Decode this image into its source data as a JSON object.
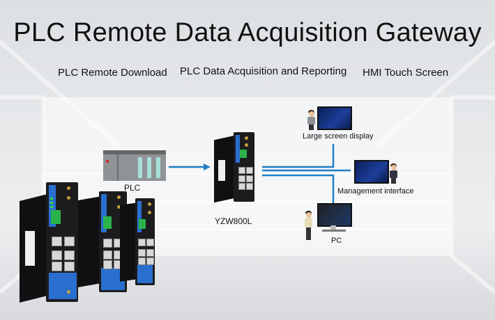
{
  "title": "PLC Remote Data Acquisition Gateway",
  "features": [
    "PLC Remote Download",
    "PLC Data Acquisition and Reporting",
    "HMI Touch Screen"
  ],
  "nodes": {
    "plc": "PLC",
    "gateway": "YZW800L",
    "large_screen": "Large screen display",
    "management": "Management interface",
    "pc": "PC"
  },
  "colors": {
    "connector": "#1f7fc4",
    "device_face": "#2a6fd0",
    "device_body": "#1c1c1e"
  }
}
